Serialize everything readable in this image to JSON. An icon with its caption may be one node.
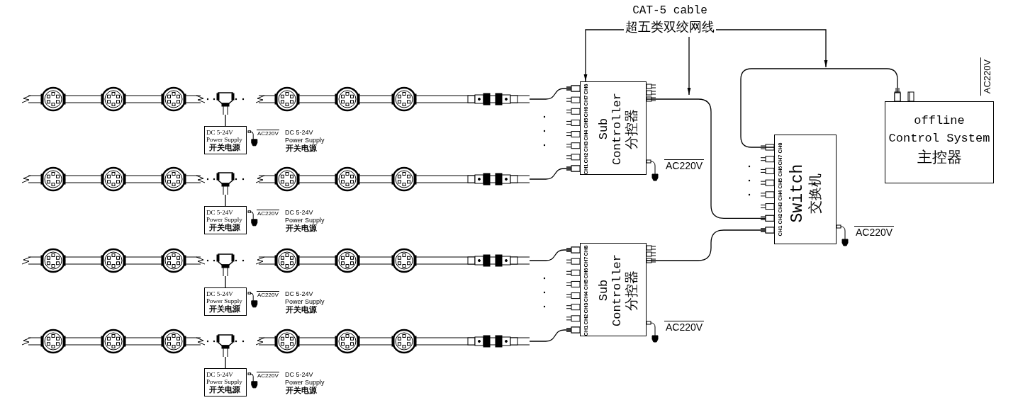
{
  "diagram": {
    "nodes": [
      {
        "text": [
          "CAT-5 cable",
          "超五类双绞网线"
        ]
      },
      {
        "text": [],
        "shape": "picture"
      },
      {
        "text": [
          "Sub Controller",
          "分控器"
        ],
        "beside": [
          "AC220V"
        ]
      },
      {
        "text": [
          "offline Control System",
          "主控器"
        ],
        "beside": [
          "AC220V"
        ]
      },
      {
        "text": [
          "DC 5-24V Power Supply",
          "开关电源"
        ],
        "beside": [
          "AC220V",
          "DC 5-24V Power Supply",
          "开关电源"
        ]
      },
      {
        "text": [
          "Switch",
          "交换机"
        ],
        "beside": [
          "AC220V"
        ]
      },
      {
        "text": [],
        "shape": "picture"
      },
      {
        "text": [
          "DC 5-24V Power Supply",
          "开关电源"
        ],
        "beside": [
          "AC220V",
          "DC 5-24V Power Supply",
          "开关电源"
        ]
      },
      {
        "text": [],
        "shape": "picture"
      },
      {
        "text": [
          "Sub Controller",
          "分控器"
        ],
        "beside": [
          "AC220V"
        ]
      },
      {
        "text": [
          "DC 5-24V Power Supply",
          "开关电源"
        ],
        "beside": [
          "AC220V",
          "DC 5-24V Power Supply",
          "开关电源"
        ]
      },
      {
        "text": [],
        "shape": "picture"
      },
      {
        "text": [
          "DC 5-24V Power Supply",
          "开关电源"
        ],
        "beside": [
          "AC220V",
          "DC 5-24V Power Supply",
          "开关电源"
        ]
      }
    ],
    "edges": [
      {
        "from": 0,
        "to": 2,
        "arrow": "to"
      },
      {
        "from": 0,
        "to": null,
        "arrow": "to"
      },
      {
        "from": 0,
        "to": null,
        "arrow": "to"
      },
      {
        "from": 1,
        "to": 2,
        "arrow": "other"
      },
      {
        "from": 6,
        "to": 2,
        "arrow": "other"
      },
      {
        "from": 8,
        "to": 9,
        "arrow": "other"
      },
      {
        "from": 11,
        "to": 9,
        "arrow": "other"
      },
      {
        "from": 4,
        "to": 1,
        "arrow": "none"
      },
      {
        "from": 7,
        "to": 6,
        "arrow": "none"
      },
      {
        "from": 10,
        "to": 8,
        "arrow": "none"
      },
      {
        "from": 12,
        "to": 11,
        "arrow": "none"
      },
      {
        "from": 2,
        "to": 5,
        "arrow": "other"
      },
      {
        "from": 9,
        "to": 5,
        "arrow": "other"
      },
      {
        "from": 5,
        "to": 3,
        "arrow": "other"
      }
    ],
    "labels": [
      "CH1",
      "CH2",
      "CH3",
      "CH4",
      "CH5",
      "CH6",
      "CH7",
      "CH8",
      "CH1",
      "CH2",
      "CH3",
      "CH4",
      "CH5",
      "CH6",
      "CH7",
      "CH8",
      "CH1",
      "CH2",
      "CH3",
      "CH4",
      "CH5",
      "CH6",
      "CH7",
      "CH8"
    ]
  }
}
